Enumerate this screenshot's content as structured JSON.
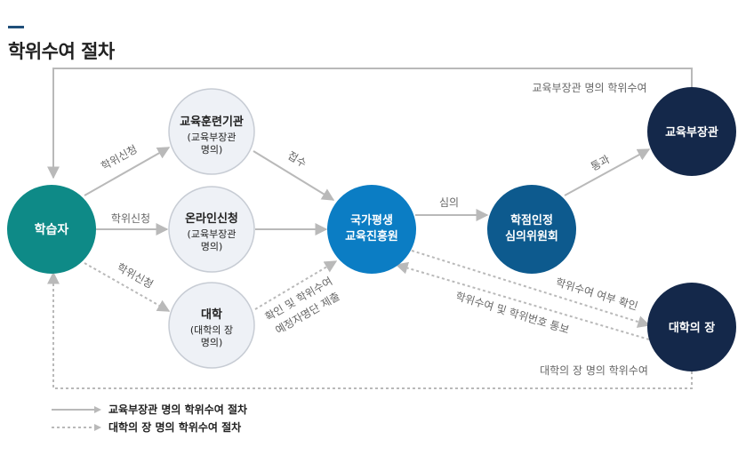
{
  "title": "학위수여 절차",
  "colors": {
    "learner": "#0e8a87",
    "institution_fill": "#eef1f6",
    "institution_stroke": "#c7ccd4",
    "nile": "#0b7dc4",
    "committee": "#0d5a8e",
    "authority": "#14284a",
    "line": "#b9b9b9",
    "edge_text": "#666666"
  },
  "nodes": {
    "learner": {
      "label": "학습자"
    },
    "training": {
      "label": "교육훈련기관",
      "sub": [
        "(교육부장관",
        "명의)"
      ]
    },
    "online": {
      "label": "온라인신청",
      "sub": [
        "(교육부장관",
        "명의)"
      ]
    },
    "university": {
      "label": "대학",
      "sub": [
        "(대학의 장",
        "명의)"
      ]
    },
    "nile": {
      "label": [
        "국가평생",
        "교육진흥원"
      ]
    },
    "committee": {
      "label": [
        "학점인정",
        "심의위원회"
      ]
    },
    "minister": {
      "label": "교육부장관"
    },
    "president": {
      "label": "대학의 장"
    }
  },
  "edges": {
    "apply_1": "학위신청",
    "apply_2": "학위신청",
    "apply_3": "학위신청",
    "receive": "접수",
    "submit": [
      "확인 및 학위수여",
      "예정자명단 제출"
    ],
    "review": "심의",
    "pass": "통과",
    "confirm": "학위수여 여부 확인",
    "notify": "학위수여 및 학위번호 통보",
    "minister_award": "교육부장관 명의 학위수여",
    "president_award": "대학의 장 명의 학위수여"
  },
  "legend": {
    "solid": "교육부장관 명의 학위수여 절차",
    "dotted": "대학의 장 명의 학위수여 절차"
  }
}
